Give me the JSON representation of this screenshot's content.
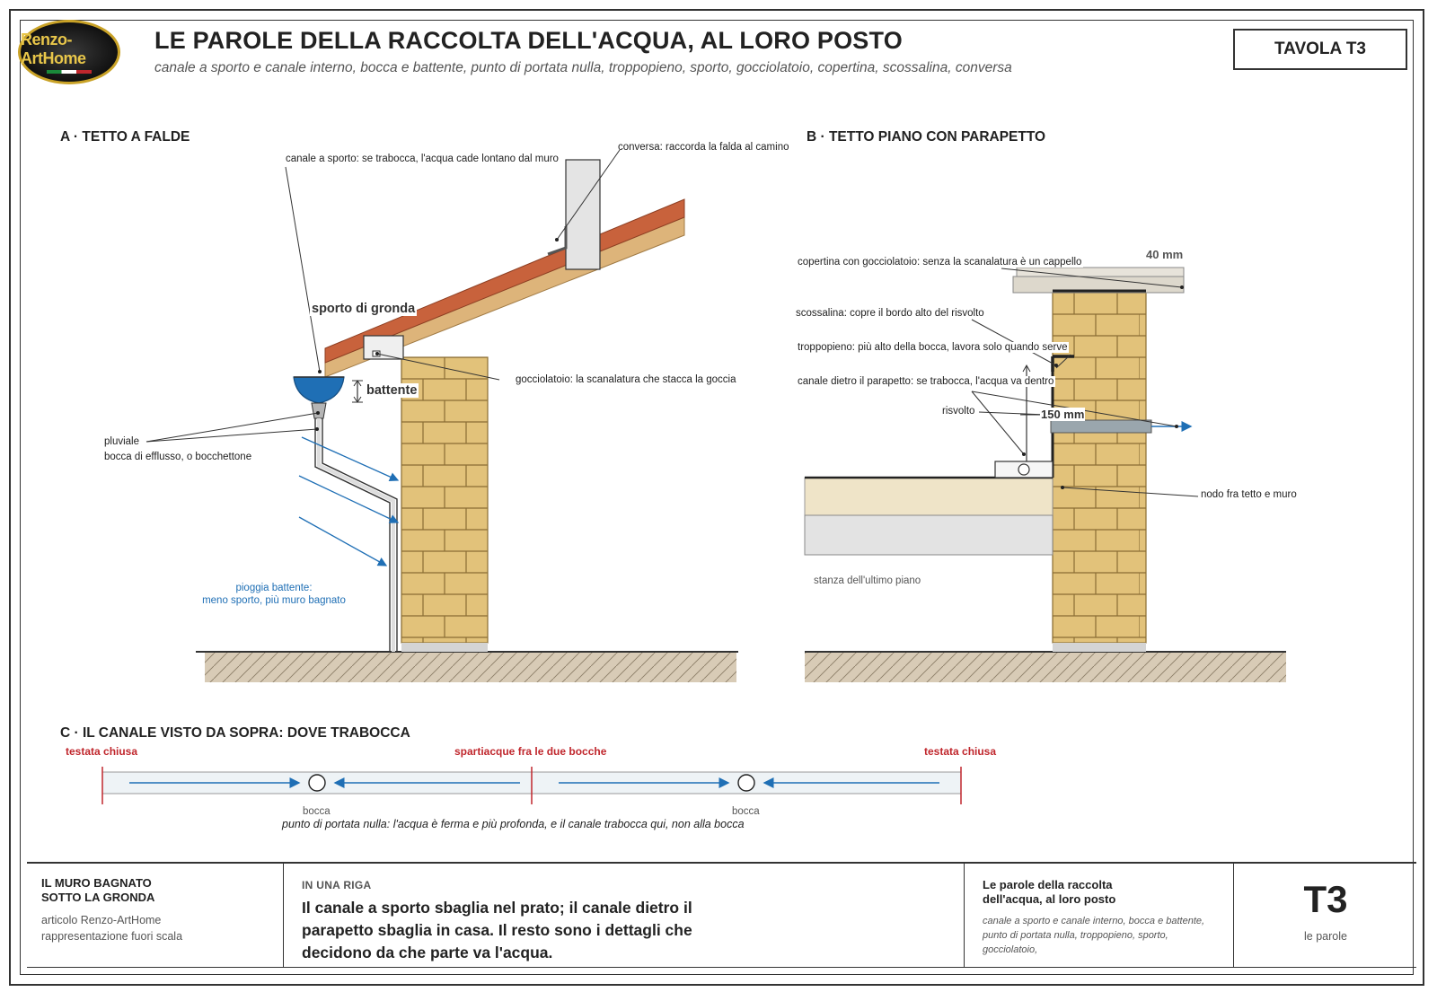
{
  "logo": {
    "text": "Renzo-ArtHome"
  },
  "header": {
    "title": "LE PAROLE DELLA RACCOLTA DELL'ACQUA, AL LORO POSTO",
    "subtitle": "canale a sporto e canale interno, bocca e battente, punto di portata nulla, troppopieno, sporto, gocciolatoio, copertina, scossalina, conversa",
    "tavola": "TAVOLA T3"
  },
  "section_a": {
    "title": "A · TETTO A FALDE",
    "labels": {
      "canale_sporto": "canale a sporto: se trabocca, l'acqua cade lontano dal muro",
      "conversa": "conversa: raccorda la falda al camino",
      "sporto_gronda": "sporto di gronda",
      "battente": "battente",
      "gocciolatoio": "gocciolatoio: la scanalatura che stacca la goccia",
      "pluviale": "pluviale",
      "bocca": "bocca di efflusso, o bocchettone",
      "pioggia_1": "pioggia battente:",
      "pioggia_2": "meno sporto, più muro bagnato"
    }
  },
  "section_b": {
    "title": "B · TETTO PIANO CON PARAPETTO",
    "labels": {
      "copertina": "copertina con gocciolatoio: senza la scanalatura è un cappello",
      "mm40": "40 mm",
      "scossalina": "scossalina: copre il bordo alto del risvolto",
      "troppopieno": "troppopieno: più alto della bocca, lavora solo quando serve",
      "canale_dietro": "canale dietro il parapetto: se trabocca, l'acqua va dentro",
      "risvolto": "risvolto",
      "mm150": "150 mm",
      "nodo": "nodo fra tetto e muro",
      "stanza": "stanza dell'ultimo piano"
    }
  },
  "section_c": {
    "title": "C · IL CANALE VISTO DA SOPRA: DOVE TRABOCCA",
    "testata_left": "testata chiusa",
    "spartiacque": "spartiacque fra le due bocche",
    "testata_right": "testata chiusa",
    "bocca_1": "bocca",
    "bocca_2": "bocca",
    "caption": "punto di portata nulla: l'acqua è ferma e più profonda, e il canale trabocca qui, non alla bocca"
  },
  "footer": {
    "left_title_1": "IL MURO BAGNATO",
    "left_title_2": "SOTTO LA GRONDA",
    "left_sub_1": "articolo Renzo-ArtHome",
    "left_sub_2": "rappresentazione fuori scala",
    "riga_cap": "IN UNA RIGA",
    "riga_text": "Il canale a sporto sbaglia nel prato; il canale dietro il parapetto sbaglia in casa. Il resto sono i dettagli che decidono da che parte va l'acqua.",
    "right_title": "Le parole della raccolta dell'acqua, al loro posto",
    "right_sub": "canale a sporto e canale interno, bocca e battente, punto di portata nulla, troppopieno, sporto, gocciolatoio,",
    "code": "T3",
    "code_sub": "le parole"
  },
  "colors": {
    "brick": "#e2c27a",
    "brick_line": "#8a6d33",
    "roof_tile": "#c8623c",
    "roof_under": "#ddb47a",
    "water_blue": "#1f6fb5",
    "accent_red": "#c0272d",
    "ground": "#d8cbb6"
  }
}
